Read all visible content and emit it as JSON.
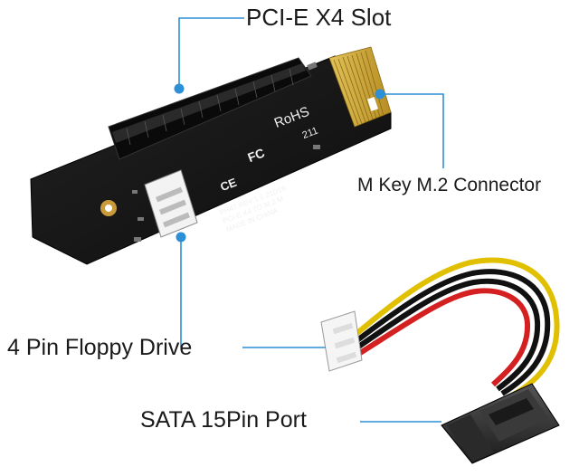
{
  "callouts": {
    "pcie_slot": "PCI-E X4 Slot",
    "m2_connector": "M Key M.2 Connector",
    "floppy_drive": "4 Pin Floppy Drive",
    "sata_port": "SATA 15Pin Port"
  },
  "board": {
    "rohs": "RoHS",
    "fc": "FC",
    "ce": "CE",
    "code": "211",
    "line1": "PH47  REV:1.1  21D16",
    "line2": "PCI-E X4 TO M.2 M",
    "line3": "MADE IN CHINA"
  },
  "colors": {
    "accent": "#2d8fd6",
    "pcb": "#141414",
    "gold": "#c9a43a"
  },
  "icons": [
    "callout-dot-icon",
    "ce-mark-icon",
    "fc-mark-icon"
  ]
}
